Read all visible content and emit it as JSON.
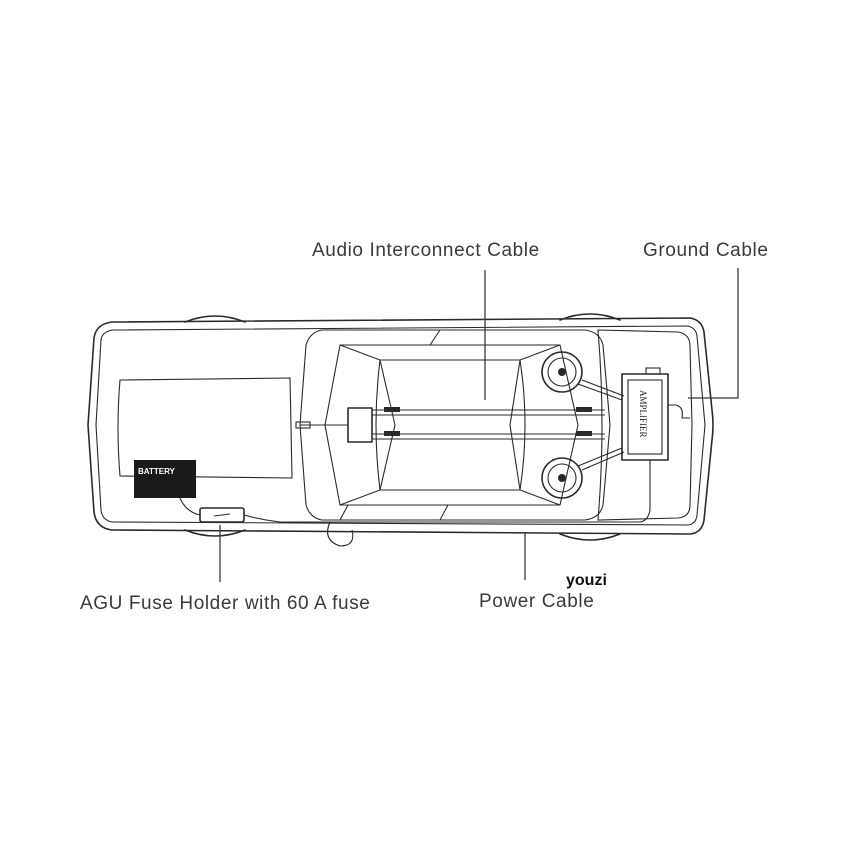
{
  "labels": {
    "audio_interconnect_cable": "Audio Interconnect Cable",
    "ground_cable": "Ground Cable",
    "fuse_holder": "AGU Fuse Holder with 60 A fuse",
    "power_cable": "Power Cable",
    "battery": "BATTERY",
    "amplifier": "AMPLIFIER",
    "watermark": "youzi"
  }
}
